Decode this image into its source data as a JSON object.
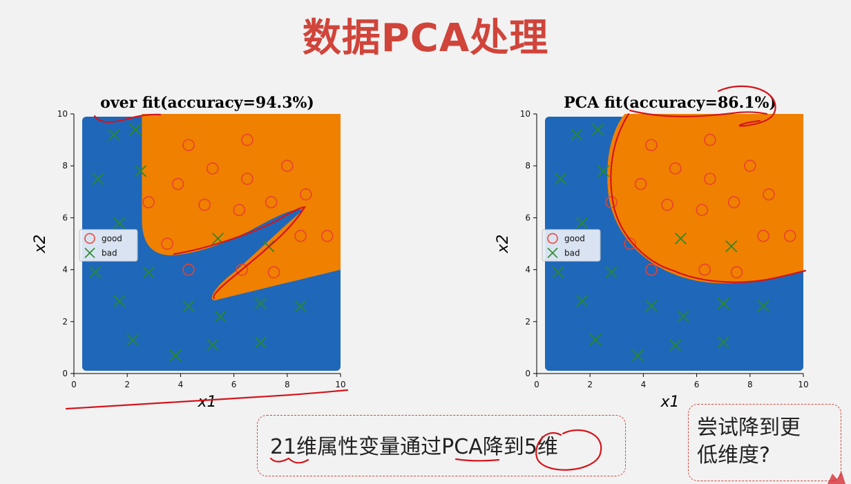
{
  "slide": {
    "title": "数据PCA处理",
    "note_main": "21维属性变量通过PCA降到5维",
    "note_side_line1": "尝试降到更",
    "note_side_line2": "低维度?"
  },
  "colors": {
    "region_good": "#f08000",
    "region_bad": "#1f67b8",
    "marker_good": "#e8412f",
    "marker_bad": "#2a8a2a",
    "annotation": "#d4141c"
  },
  "chart_data": [
    {
      "type": "scatter",
      "title": "over fit(accuracy=94.3%)",
      "xlabel": "x1",
      "ylabel": "x2",
      "xlim": [
        0,
        10
      ],
      "ylim": [
        0,
        10
      ],
      "xticks": [
        "0",
        "2",
        "4",
        "6",
        "8",
        "10"
      ],
      "yticks": [
        "0",
        "2",
        "4",
        "6",
        "8",
        "10"
      ],
      "legend": {
        "position": "center-left",
        "entries": [
          "good",
          "bad"
        ]
      },
      "background": "decision regions (orange = good, blue = bad)",
      "series": [
        {
          "name": "good",
          "marker": "circle",
          "points": [
            [
              4.3,
              8.8
            ],
            [
              6.5,
              9.0
            ],
            [
              5.2,
              7.9
            ],
            [
              8.0,
              8.0
            ],
            [
              3.9,
              7.3
            ],
            [
              6.5,
              7.5
            ],
            [
              2.8,
              6.6
            ],
            [
              4.9,
              6.5
            ],
            [
              6.2,
              6.3
            ],
            [
              7.4,
              6.6
            ],
            [
              8.7,
              6.9
            ],
            [
              3.5,
              5.0
            ],
            [
              8.5,
              5.3
            ],
            [
              9.5,
              5.3
            ],
            [
              4.3,
              4.0
            ],
            [
              6.3,
              4.0
            ],
            [
              7.5,
              3.9
            ]
          ]
        },
        {
          "name": "bad",
          "marker": "x",
          "points": [
            [
              1.5,
              9.2
            ],
            [
              2.3,
              9.4
            ],
            [
              2.5,
              7.8
            ],
            [
              0.9,
              7.5
            ],
            [
              1.7,
              5.8
            ],
            [
              5.4,
              5.2
            ],
            [
              7.3,
              4.9
            ],
            [
              0.8,
              3.9
            ],
            [
              2.8,
              3.9
            ],
            [
              1.7,
              2.8
            ],
            [
              4.3,
              2.6
            ],
            [
              5.5,
              2.2
            ],
            [
              7.0,
              2.7
            ],
            [
              8.5,
              2.6
            ],
            [
              2.2,
              1.3
            ],
            [
              5.2,
              1.1
            ],
            [
              7.0,
              1.2
            ],
            [
              3.8,
              0.7
            ]
          ]
        }
      ]
    },
    {
      "type": "scatter",
      "title": "PCA fit(accuracy=86.1%)",
      "xlabel": "x1",
      "ylabel": "x2",
      "xlim": [
        0,
        10
      ],
      "ylim": [
        0,
        10
      ],
      "xticks": [
        "0",
        "2",
        "4",
        "6",
        "8",
        "10"
      ],
      "yticks": [
        "0",
        "2",
        "4",
        "6",
        "8",
        "10"
      ],
      "legend": {
        "position": "center-left",
        "entries": [
          "good",
          "bad"
        ]
      },
      "background": "decision regions (orange = good, blue = bad)",
      "series": [
        {
          "name": "good",
          "marker": "circle",
          "points": [
            [
              4.3,
              8.8
            ],
            [
              6.5,
              9.0
            ],
            [
              5.2,
              7.9
            ],
            [
              8.0,
              8.0
            ],
            [
              3.9,
              7.3
            ],
            [
              6.5,
              7.5
            ],
            [
              2.8,
              6.6
            ],
            [
              4.9,
              6.5
            ],
            [
              6.2,
              6.3
            ],
            [
              7.4,
              6.6
            ],
            [
              8.7,
              6.9
            ],
            [
              3.5,
              5.0
            ],
            [
              8.5,
              5.3
            ],
            [
              9.5,
              5.3
            ],
            [
              4.3,
              4.0
            ],
            [
              6.3,
              4.0
            ],
            [
              7.5,
              3.9
            ]
          ]
        },
        {
          "name": "bad",
          "marker": "x",
          "points": [
            [
              1.5,
              9.2
            ],
            [
              2.3,
              9.4
            ],
            [
              2.5,
              7.8
            ],
            [
              0.9,
              7.5
            ],
            [
              1.7,
              5.8
            ],
            [
              5.4,
              5.2
            ],
            [
              7.3,
              4.9
            ],
            [
              0.8,
              3.9
            ],
            [
              2.8,
              3.9
            ],
            [
              1.7,
              2.8
            ],
            [
              4.3,
              2.6
            ],
            [
              5.5,
              2.2
            ],
            [
              7.0,
              2.7
            ],
            [
              8.5,
              2.6
            ],
            [
              2.2,
              1.3
            ],
            [
              5.2,
              1.1
            ],
            [
              7.0,
              1.2
            ],
            [
              3.8,
              0.7
            ]
          ]
        }
      ]
    }
  ]
}
